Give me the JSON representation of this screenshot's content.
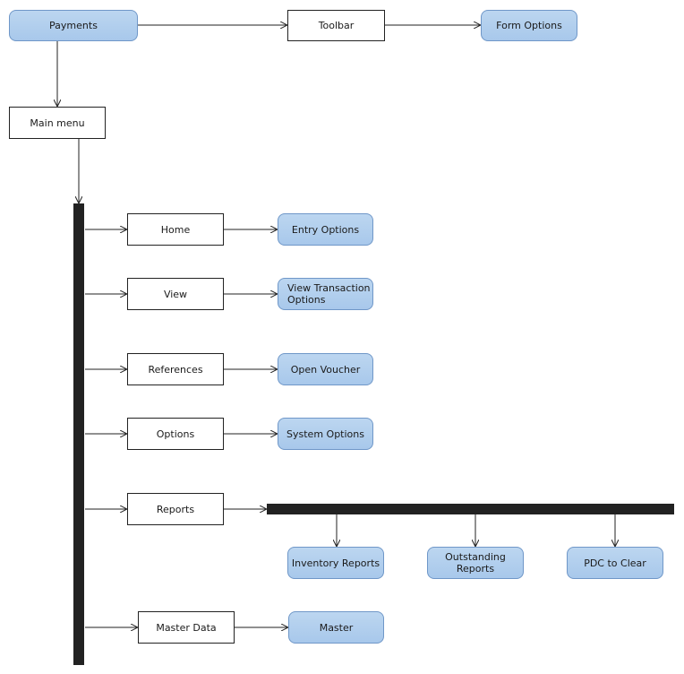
{
  "colors": {
    "pill_fill": "#a8c8eb",
    "pill_border": "#6f97c8",
    "line": "#222222",
    "bar": "#222222"
  },
  "nodes": {
    "payments": "Payments",
    "toolbar": "Toolbar",
    "form_options": "Form Options",
    "main_menu": "Main menu",
    "home": "Home",
    "entry_options": "Entry Options",
    "view": "View",
    "view_transaction_options": "View Transaction Options",
    "references": "References",
    "open_voucher": "Open Voucher",
    "options": "Options",
    "system_options": "System Options",
    "reports": "Reports",
    "inventory_reports": "Inventory Reports",
    "outstanding_reports": "Outstanding Reports",
    "pdc_to_clear": "PDC to Clear",
    "master_data": "Master Data",
    "master": "Master"
  }
}
